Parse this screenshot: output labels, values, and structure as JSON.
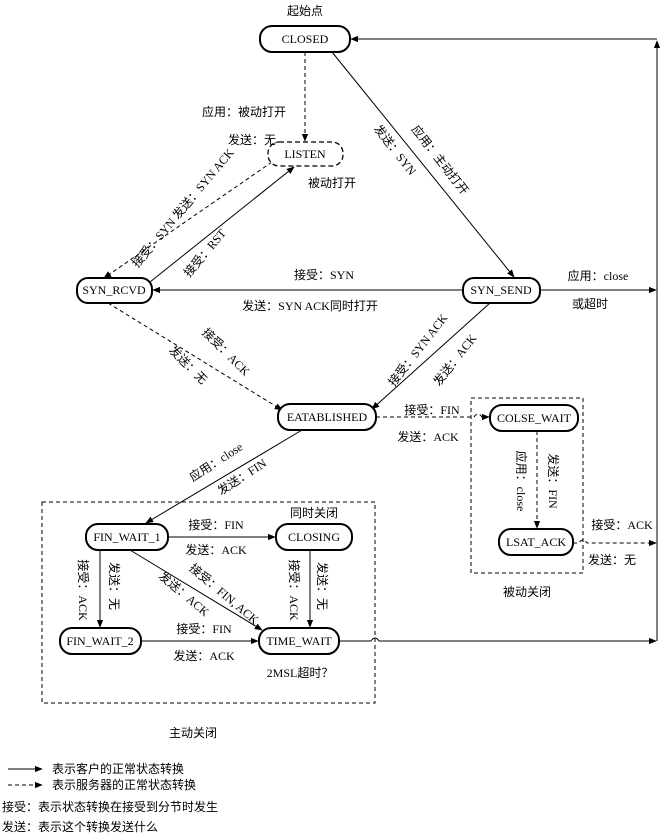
{
  "states": {
    "closed": "CLOSED",
    "listen": "LISTEN",
    "syn_rcvd": "SYN_RCVD",
    "syn_send": "SYN_SEND",
    "established": "EATABLISHED",
    "close_wait": "COLSE_WAIT",
    "last_ack": "LSAT_ACK",
    "fin_wait_1": "FIN_WAIT_1",
    "closing": "CLOSING",
    "fin_wait_2": "FIN_WAIT_2",
    "time_wait": "TIME_WAIT"
  },
  "notes": {
    "start": "起始点",
    "passive_open": "被动打开",
    "simultaneous_close": "同时关闭",
    "msl_timeout": "2MSL超时？",
    "active_close": "主动关闭",
    "passive_close": "被动关闭"
  },
  "transitions": {
    "closed_listen_app": "应用：被动打开",
    "closed_listen_send": "发送：无",
    "closed_synsend_app": "应用：主动打开",
    "closed_synsend_send": "发送：SYN",
    "listen_synrcvd": "接受：SYN  发送：SYN ACK",
    "synrcvd_listen": "接受：RST",
    "synsend_synrcvd_recv": "接受：SYN",
    "synsend_synrcvd_send": "发送：SYN ACK同时打开",
    "synsend_closed_app": "应用：close",
    "synsend_closed_timeout": "或超时",
    "synrcvd_est_recv": "接受：ACK",
    "synrcvd_est_send": "发送：无",
    "synsend_est_recv": "接受：SYN ACK",
    "synsend_est_send": "发送：ACK",
    "est_closewait_recv": "接受：FIN",
    "est_closewait_send": "发送：ACK",
    "est_finwait1_app": "应用：close",
    "est_finwait1_send": "发送：FIN",
    "closewait_lastack_app": "应用：close",
    "closewait_lastack_send": "发送：FIN",
    "lastack_closed_recv": "接受：ACK",
    "lastack_closed_send": "发送：无",
    "fw1_closing_recv": "接受：FIN",
    "fw1_closing_send": "发送：ACK",
    "fw1_fw2_recv": "接受：ACK",
    "fw1_fw2_send": "发送：无",
    "fw1_tw_recv": "接受：FIN, ACK",
    "fw1_tw_send": "发送：ACK",
    "closing_tw_recv": "接受：ACK",
    "closing_tw_send": "发送：无",
    "fw2_tw_recv": "接受：FIN",
    "fw2_tw_send": "发送：ACK"
  },
  "legend": {
    "solid": "表示客户的正常状态转换",
    "dashed": "表示服务器的正常状态转换",
    "recv_def": "接受：表示状态转换在接受到分节时发生",
    "send_def": "发送：表示这个转换发送什么"
  }
}
